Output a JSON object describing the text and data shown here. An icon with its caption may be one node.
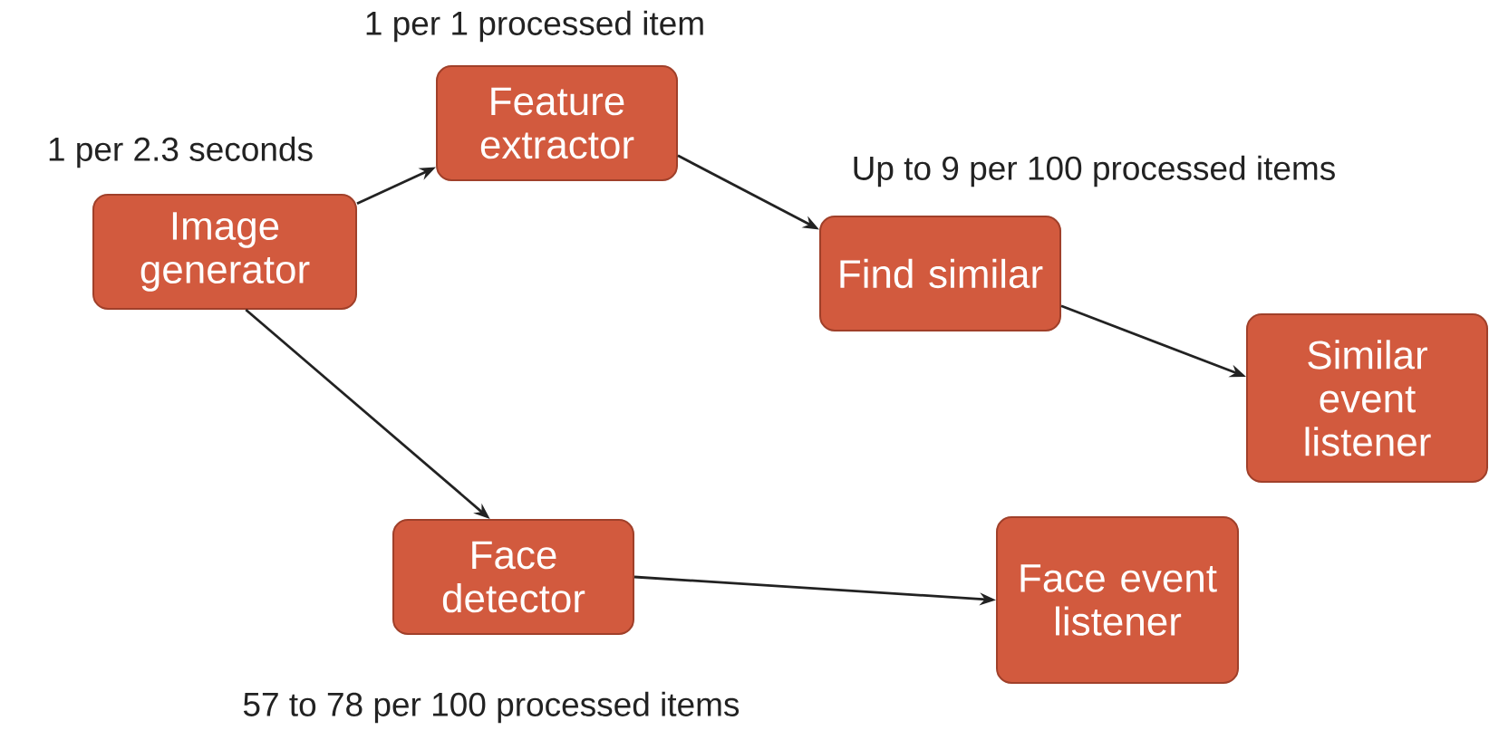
{
  "diagram": {
    "nodes": [
      {
        "text": [
          "Image generator"
        ],
        "beside": [
          "1 per 2.3 seconds"
        ]
      },
      {
        "text": [
          "Feature extractor"
        ],
        "beside": [
          "1 per 1 processed item"
        ]
      },
      {
        "text": [
          "Find similar"
        ],
        "beside": [
          "Up to 9 per 100 processed items"
        ]
      },
      {
        "text": [
          "Similar event listener"
        ]
      },
      {
        "text": [
          "Face detector"
        ],
        "beside": [
          "57 to 78 per 100 processed items"
        ]
      },
      {
        "text": [
          "Face event listener"
        ]
      }
    ],
    "edges": [
      {
        "from": 0,
        "to": 1,
        "arrow": "to"
      },
      {
        "from": 1,
        "to": 2,
        "arrow": "to"
      },
      {
        "from": 2,
        "to": 3,
        "arrow": "to"
      },
      {
        "from": 0,
        "to": 4,
        "arrow": "to"
      },
      {
        "from": 4,
        "to": 5,
        "arrow": "to"
      }
    ]
  }
}
